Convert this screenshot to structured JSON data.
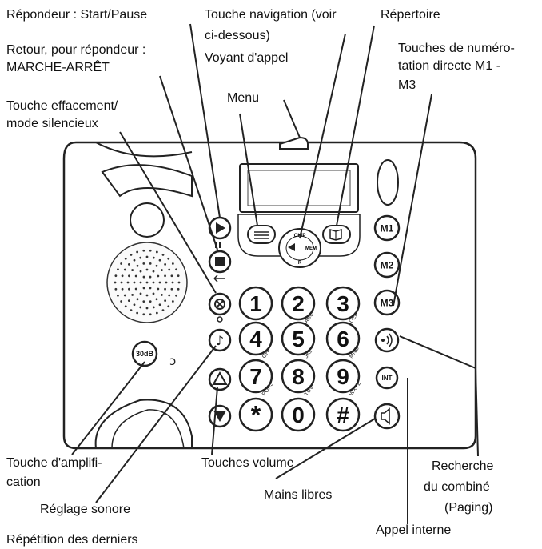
{
  "labels": {
    "repondeur_start": "Répondeur : Start/Pause",
    "retour_line1": "Retour, pour répondeur :",
    "retour_line2": "MARCHE-ARRÊT",
    "effacement_line1": "Touche effacement/",
    "effacement_line2": "mode silencieux",
    "navigation_line1": "Touche navigation (voir",
    "navigation_line2": "ci-dessous)",
    "voyant": "Voyant d'appel",
    "menu": "Menu",
    "repertoire": "Répertoire",
    "numerotation_line1": "Touches de numéro-",
    "numerotation_line2": "tation directe M1 -",
    "numerotation_line3": "M3",
    "amplification_line1": "Touche d'amplifi-",
    "amplification_line2": "cation",
    "reglage": "Réglage sonore",
    "repetition": "Répétition des derniers",
    "volume": "Touches volume",
    "mains_libres": "Mains libres",
    "recherche_line1": "Recherche",
    "recherche_line2": "du combiné",
    "recherche_line3": "(Paging)",
    "appel_interne": "Appel interne"
  },
  "keys": {
    "k1": "1",
    "k2": "2",
    "k3": "3",
    "k4": "4",
    "k5": "5",
    "k6": "6",
    "k7": "7",
    "k8": "8",
    "k9": "9",
    "kstar": "*",
    "k0": "0",
    "khash": "#",
    "sub2": "ABC",
    "sub3": "DEF",
    "sub4": "GHI",
    "sub5": "JKL",
    "sub6": "MNO",
    "sub7": "PQRS",
    "sub8": "TUV",
    "sub9": "WXYZ",
    "m1": "M1",
    "m2": "M2",
    "m3": "M3",
    "amp": "30dB",
    "int": "INT",
    "nav_top": "OK/P",
    "nav_bottom": "R",
    "nav_right": "MEM"
  }
}
